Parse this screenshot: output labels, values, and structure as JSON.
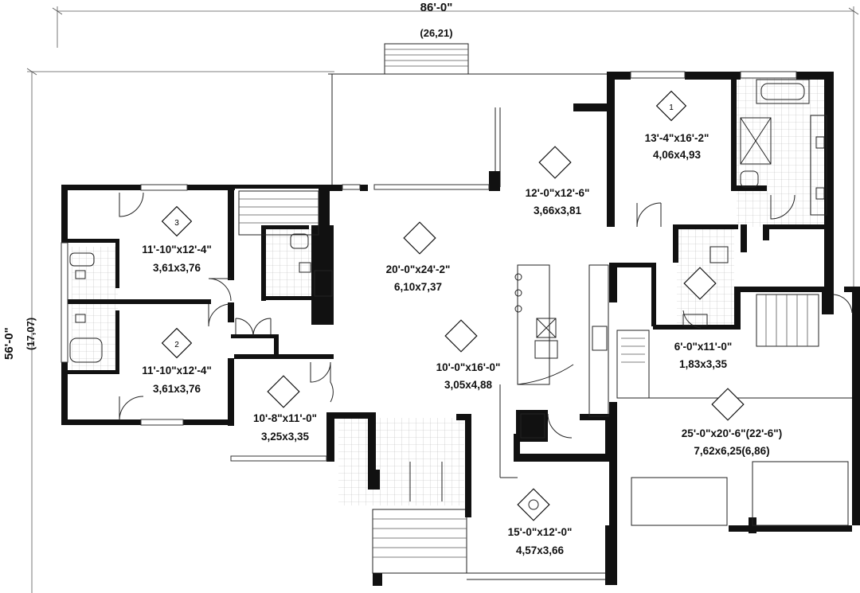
{
  "dimensions": {
    "width_label": "86'-0\"",
    "width_metric": "(26,21)",
    "depth_label": "56'-0\"",
    "depth_metric": "(17,07)"
  },
  "rooms": [
    {
      "id": "master-bedroom",
      "imperial": "13'-4\"x16'-2\"",
      "metric": "4,06x4,93",
      "icon": "bed-1-icon",
      "badge": "1"
    },
    {
      "id": "dining-porch",
      "imperial": "12'-0\"x12'-6\"",
      "metric": "3,66x3,81",
      "icon": "coffee-cup-icon"
    },
    {
      "id": "bedroom-3",
      "imperial": "11'-10\"x12'-4\"",
      "metric": "3,61x3,76",
      "icon": "bed-3-icon",
      "badge": "3"
    },
    {
      "id": "living-room",
      "imperial": "20'-0\"x24'-2\"",
      "metric": "6,10x7,37",
      "icon": "sofa-icon"
    },
    {
      "id": "bedroom-2",
      "imperial": "11'-10\"x12'-4\"",
      "metric": "3,61x3,76",
      "icon": "bed-2-icon",
      "badge": "2"
    },
    {
      "id": "kitchen",
      "imperial": "10'-0\"x16'-0\"",
      "metric": "3,05x4,88",
      "icon": "cooking-pot-icon"
    },
    {
      "id": "laundry",
      "imperial": "6'-0\"x11'-0\"",
      "metric": "1,83x3,35",
      "icon": "laundry-basket-icon"
    },
    {
      "id": "office",
      "imperial": "10'-8\"x11'-0\"",
      "metric": "3,25x3,35",
      "icon": "book-icon"
    },
    {
      "id": "garage",
      "imperial": "25'-0\"x20'-6\"(22'-6\")",
      "metric": "7,62x6,25(6,86)",
      "icon": "car-icon"
    },
    {
      "id": "dining-room",
      "imperial": "15'-0\"x12'-0\"",
      "metric": "4,57x3,66",
      "icon": "plate-cutlery-icon"
    }
  ]
}
